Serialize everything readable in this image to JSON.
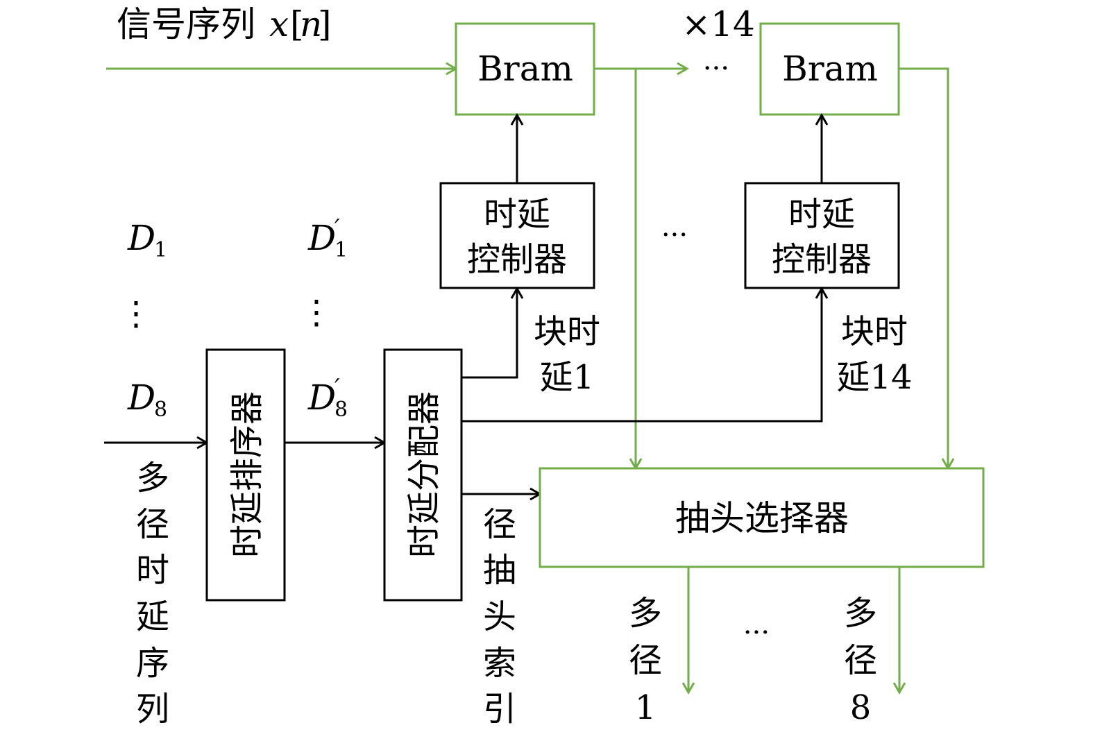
{
  "colors": {
    "green": "#72ad4a",
    "black": "#000000",
    "background": "#ffffff"
  },
  "signal_input": {
    "label_cjk": "信号序列",
    "label_math_x": "x",
    "label_math_bracket_open": "[",
    "label_math_n": "n",
    "label_math_bracket_close": "]"
  },
  "bram_blocks": [
    {
      "label": "Bram"
    },
    {
      "label": "Bram"
    }
  ],
  "bram_repeat_label": "×14",
  "ellipsis": "···",
  "delay_controllers": [
    {
      "line1": "时延",
      "line2": "控制器",
      "block_delay_line1": "块时",
      "block_delay_line2": "延1"
    },
    {
      "line1": "时延",
      "line2": "控制器",
      "block_delay_line1": "块时",
      "block_delay_line2": "延14"
    }
  ],
  "delay_inputs": {
    "d_first": {
      "base": "D",
      "sub": "1"
    },
    "d_last": {
      "base": "D",
      "sub": "8"
    },
    "dprime_first": {
      "base": "D",
      "prime": "′",
      "sub": "1"
    },
    "dprime_last": {
      "base": "D",
      "prime": "′",
      "sub": "8"
    },
    "vdots": "⋮",
    "sequence_label": [
      "多",
      "径",
      "时",
      "延",
      "序",
      "列"
    ]
  },
  "delay_sorter": {
    "label": "时延排序器"
  },
  "delay_allocator": {
    "label": "时延分配器"
  },
  "tap_index_label": [
    "径",
    "抽",
    "头",
    "索",
    "引"
  ],
  "tap_selector": {
    "label": "抽头选择器"
  },
  "outputs": [
    {
      "line1": "多",
      "line2": "径",
      "line3": "1"
    },
    {
      "line1": "多",
      "line2": "径",
      "line3": "8"
    }
  ]
}
